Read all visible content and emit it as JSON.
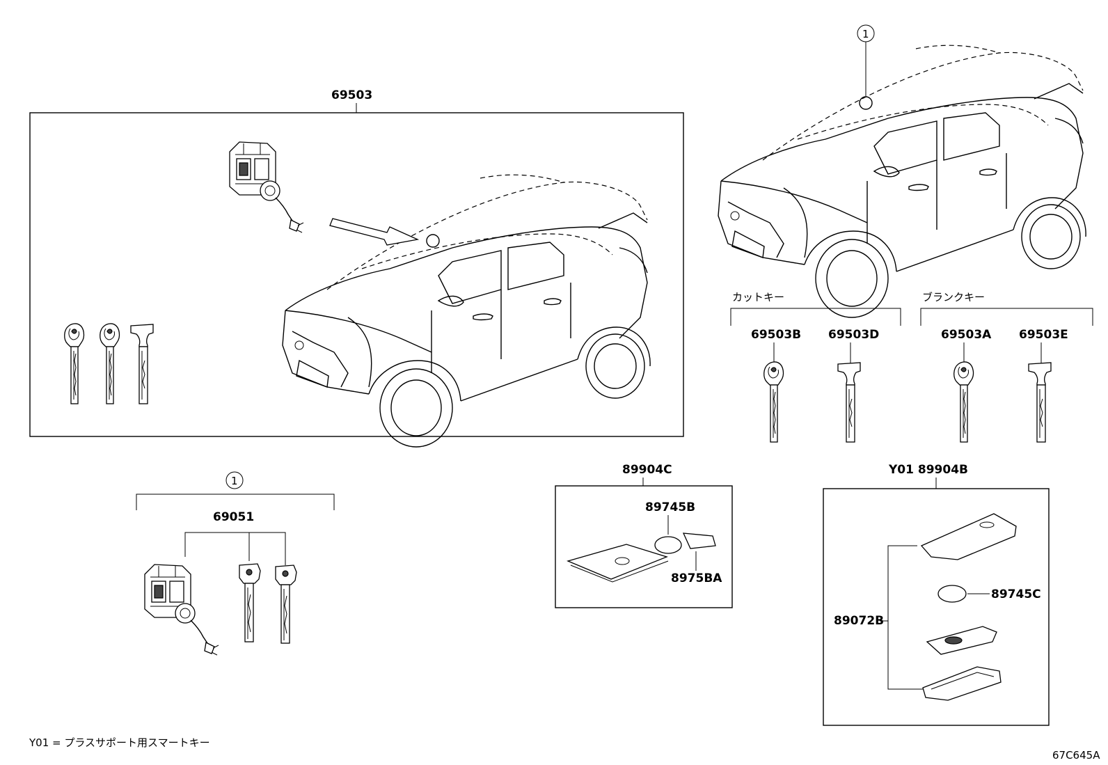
{
  "parts": {
    "p69503": "69503",
    "callout_1_top": "1",
    "callout_1_bottom": "1",
    "p69051": "69051",
    "p89904C": "89904C",
    "p89745B": "89745B",
    "p8975BA": "8975BA",
    "p89904B": "Y01 89904B",
    "p89745C": "89745C",
    "p89072B": "89072B",
    "p69503B": "69503B",
    "p69503D": "69503D",
    "p69503A": "69503A",
    "p69503E": "69503E"
  },
  "groups": {
    "cut_key": "カットキー",
    "blank_key": "ブランクキー"
  },
  "footnote": "Y01 = プラスサポート用スマートキー",
  "diagram_code": "67C645A"
}
